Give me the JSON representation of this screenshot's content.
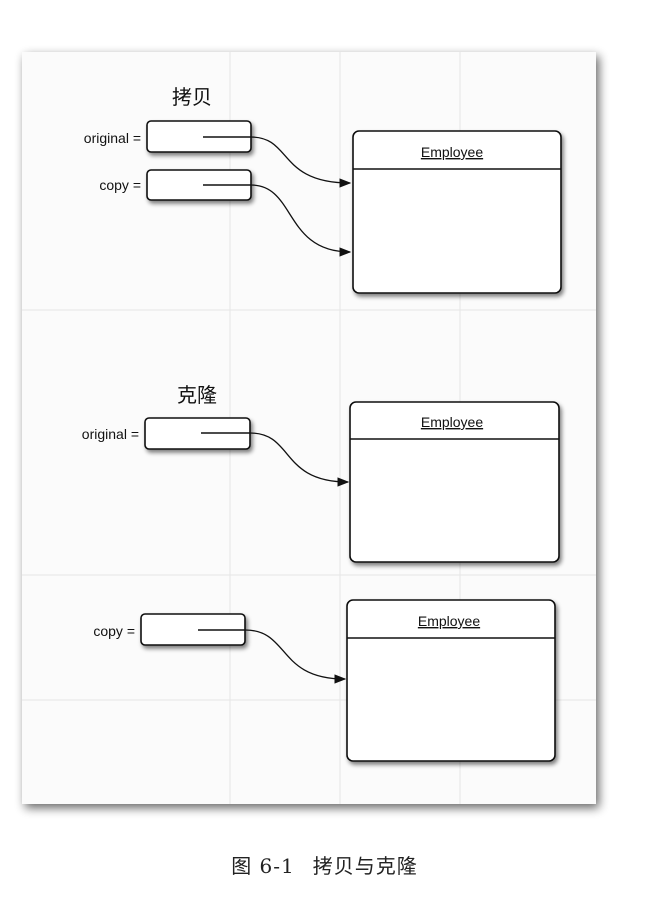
{
  "sections": [
    {
      "label": "拷贝"
    },
    {
      "label": "克隆"
    }
  ],
  "variables": {
    "original": "original =",
    "copy": "copy ="
  },
  "object_label": "Employee",
  "caption": {
    "number": "图 6-1",
    "title": "拷贝与克隆"
  }
}
